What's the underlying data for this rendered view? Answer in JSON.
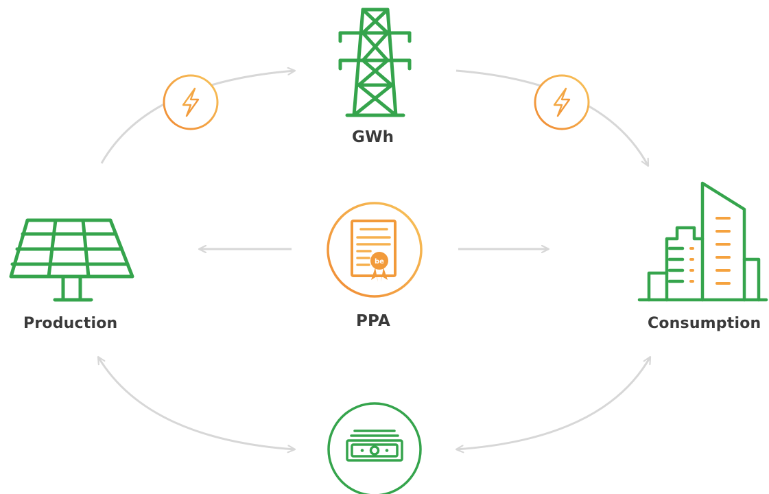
{
  "labels": {
    "grid": "GWh",
    "production": "Production",
    "ppa": "PPA",
    "consumption": "Consumption"
  },
  "colors": {
    "green": "#35a44c",
    "orange": "#f29a3a",
    "orange_light": "#f5b84d",
    "arrow": "#d7d7d7",
    "text": "#3a3a3a"
  },
  "icons": {
    "grid": "transmission-tower-icon",
    "production": "solar-panel-icon",
    "consumption": "buildings-icon",
    "ppa": "certificate-icon",
    "payment": "money-icon",
    "energy_flow": "lightning-icon"
  }
}
